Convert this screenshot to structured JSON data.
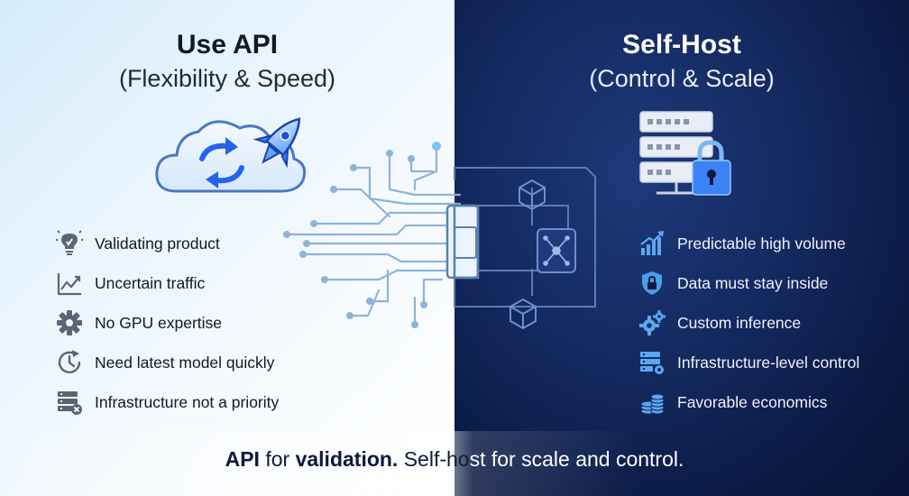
{
  "left": {
    "title": "Use API",
    "subtitle": "(Flexibility & Speed)",
    "hero_icon": "cloud-rocket-icon",
    "items": [
      {
        "label": "Validating product",
        "icon": "lightbulb-icon"
      },
      {
        "label": "Uncertain traffic",
        "icon": "line-chart-icon"
      },
      {
        "label": "No GPU expertise",
        "icon": "gear-icon"
      },
      {
        "label": "Need latest model quickly",
        "icon": "clock-arrow-icon"
      },
      {
        "label": "Infrastructure not a priority",
        "icon": "server-x-icon"
      }
    ]
  },
  "right": {
    "title": "Self-Host",
    "subtitle": "(Control & Scale)",
    "hero_icon": "server-lock-icon",
    "items": [
      {
        "label": "Predictable high volume",
        "icon": "bar-chart-up-icon"
      },
      {
        "label": "Data must stay inside",
        "icon": "shield-lock-icon"
      },
      {
        "label": "Custom inference",
        "icon": "gears-icon"
      },
      {
        "label": "Infrastructure-level control",
        "icon": "server-settings-icon"
      },
      {
        "label": "Favorable economics",
        "icon": "coin-stack-icon"
      }
    ]
  },
  "footer": {
    "part1": "API",
    "part2": " for ",
    "part3": "validation.",
    "part4": " Self-ho",
    "part5": "st for scale and control."
  },
  "colors": {
    "left_bg": "#eaf5fd",
    "right_bg": "#142a61",
    "left_icon": "#5b6577",
    "right_icon": "#5aa8f0",
    "accent_blue": "#3b82f6"
  }
}
